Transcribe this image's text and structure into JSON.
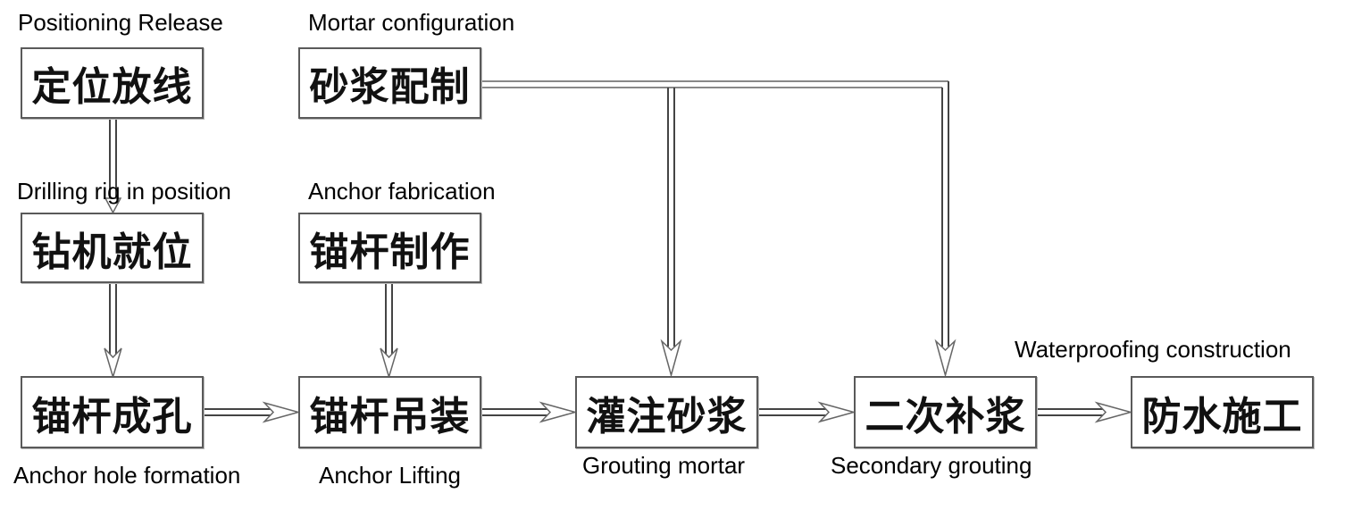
{
  "diagram": {
    "type": "flowchart",
    "nodes": [
      {
        "id": "positioning",
        "zh": "定位放线",
        "en": "Positioning Release"
      },
      {
        "id": "mortar-config",
        "zh": "砂浆配制",
        "en": "Mortar configuration"
      },
      {
        "id": "drilling-rig",
        "zh": "钻机就位",
        "en": "Drilling rig in position"
      },
      {
        "id": "anchor-fab",
        "zh": "锚杆制作",
        "en": "Anchor fabrication"
      },
      {
        "id": "anchor-hole",
        "zh": "锚杆成孔",
        "en": "Anchor hole formation"
      },
      {
        "id": "anchor-lift",
        "zh": "锚杆吊装",
        "en": "Anchor Lifting"
      },
      {
        "id": "grouting",
        "zh": "灌注砂浆",
        "en": "Grouting mortar"
      },
      {
        "id": "secondary",
        "zh": "二次补浆",
        "en": "Secondary grouting"
      },
      {
        "id": "waterproof",
        "zh": "防水施工",
        "en": "Waterproofing construction"
      }
    ],
    "edges": [
      {
        "from": "positioning",
        "to": "drilling-rig"
      },
      {
        "from": "drilling-rig",
        "to": "anchor-hole"
      },
      {
        "from": "anchor-hole",
        "to": "anchor-lift"
      },
      {
        "from": "anchor-fab",
        "to": "anchor-lift"
      },
      {
        "from": "anchor-lift",
        "to": "grouting"
      },
      {
        "from": "mortar-config",
        "to": "grouting"
      },
      {
        "from": "mortar-config",
        "to": "secondary"
      },
      {
        "from": "grouting",
        "to": "secondary"
      },
      {
        "from": "secondary",
        "to": "waterproof"
      }
    ],
    "colors": {
      "border": "#5a5a5a",
      "line": "#444444",
      "text": "#111111"
    }
  }
}
